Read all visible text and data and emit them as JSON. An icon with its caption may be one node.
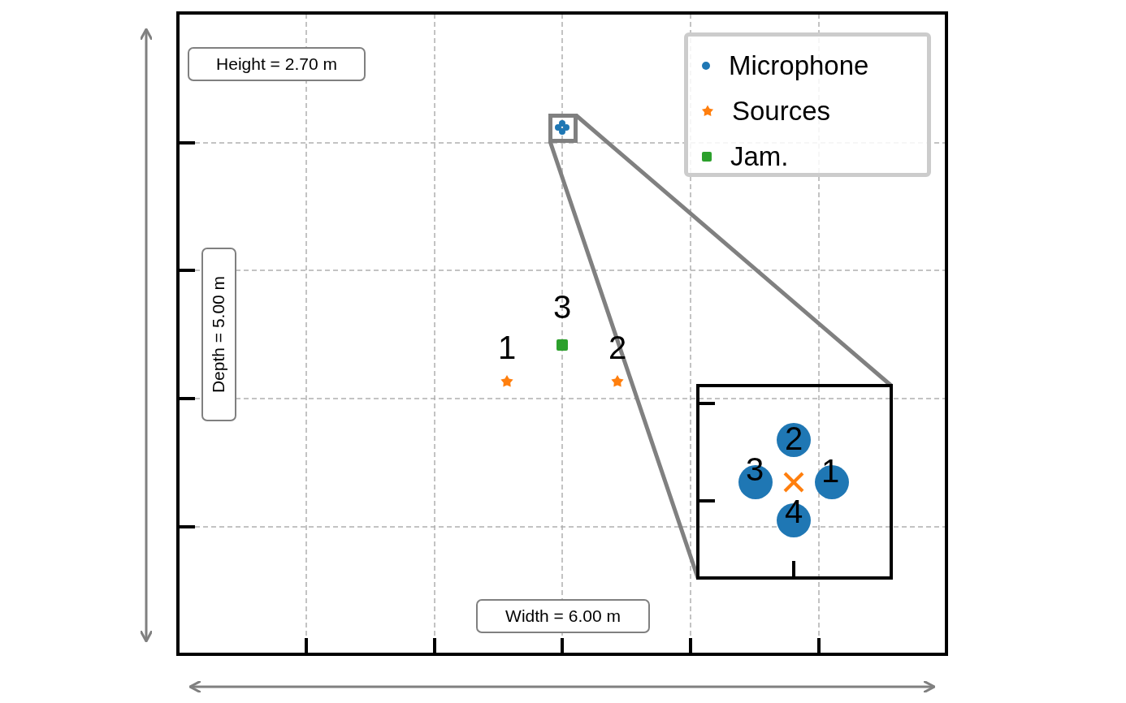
{
  "diagram": {
    "nodes": [
      {
        "text": [
          "Height = 2.70 m"
        ]
      },
      {
        "text": [
          "Depth = 5.00 m"
        ]
      },
      {
        "text": [
          "Width = 6.00 m"
        ]
      },
      {
        "text": [],
        "shape": "box"
      },
      {
        "text": [],
        "shape": "box"
      }
    ],
    "edges": [
      {
        "from": 3,
        "to": 4,
        "arrow": "none"
      },
      {
        "from": 3,
        "to": 4,
        "arrow": "none"
      }
    ],
    "labels": [
      "3",
      "1",
      "2",
      "2",
      "3",
      "1",
      "4"
    ],
    "legend": [
      {
        "text": "Microphone"
      },
      {
        "text": "Sources"
      },
      {
        "text": "Jam."
      }
    ]
  }
}
